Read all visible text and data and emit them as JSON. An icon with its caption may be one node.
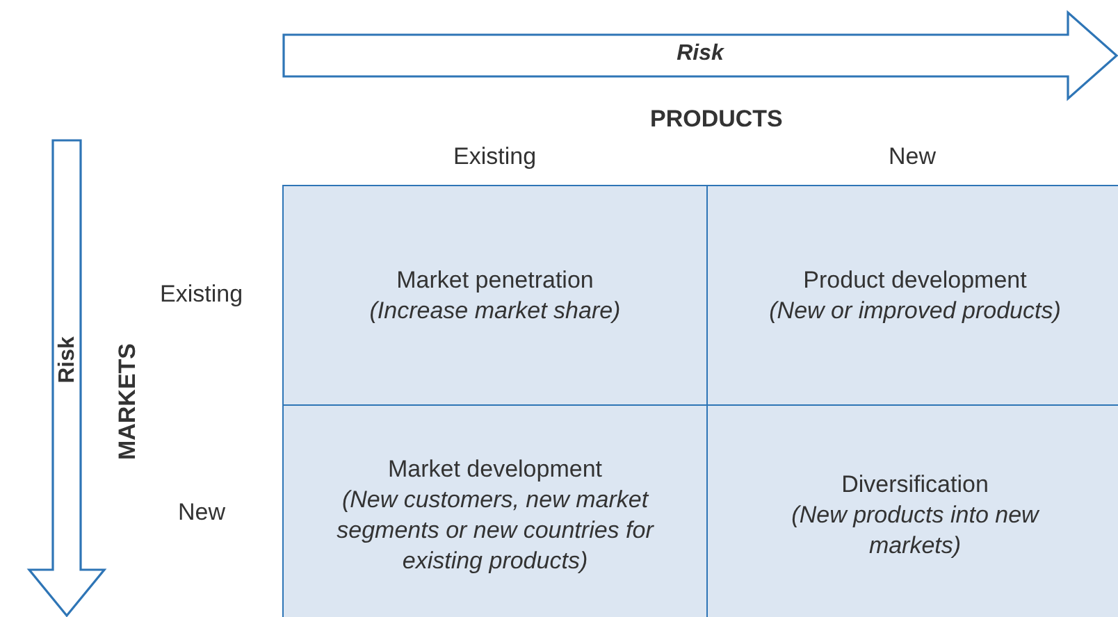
{
  "diagram": {
    "nodes": [
      {
        "text": [
          "Risk"
        ]
      },
      {
        "text": [
          "Risk"
        ]
      },
      {
        "text": [
          "Market penetration",
          "(Increase market share)"
        ]
      },
      {
        "text": [
          "Product development",
          "(New or improved products)"
        ]
      },
      {
        "text": [
          "Market development",
          "(New customers, new market segments or new countries for existing products)"
        ]
      },
      {
        "text": [
          "Diversification",
          "(New products into new markets)"
        ]
      }
    ],
    "labels": [
      "PRODUCTS",
      "Existing",
      "New",
      "MARKETS",
      "Existing",
      "New"
    ]
  }
}
